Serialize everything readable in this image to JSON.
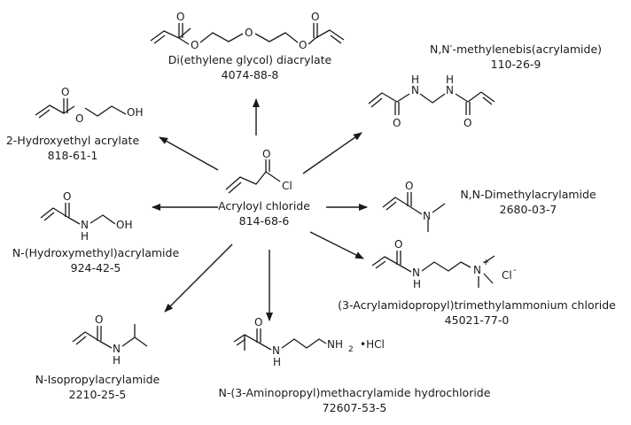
{
  "center": {
    "name": "Acryloyl chloride",
    "cas": "814-68-6"
  },
  "products": [
    {
      "key": "degda",
      "name": "Di(ethylene glycol) diacrylate",
      "cas": "4074-88-8"
    },
    {
      "key": "mba",
      "name": "N,N′-methylenebis(acrylamide)",
      "cas": "110-26-9"
    },
    {
      "key": "hea",
      "name": "2-Hydroxyethyl acrylate",
      "cas": "818-61-1"
    },
    {
      "key": "dma",
      "name": "N,N-Dimethylacrylamide",
      "cas": "2680-03-7"
    },
    {
      "key": "nma",
      "name": "N-(Hydroxymethyl)acrylamide",
      "cas": "924-42-5"
    },
    {
      "key": "aptac",
      "name": "(3-Acrylamidopropyl)trimethylammonium chloride",
      "cas": "45021-77-0"
    },
    {
      "key": "nipam",
      "name": "N-Isopropylacrylamide",
      "cas": "2210-25-5"
    },
    {
      "key": "apma",
      "name": "N-(3-Aminopropyl)methacrylamide hydrochloride",
      "cas": "72607-53-5"
    }
  ],
  "atoms": {
    "o": "O",
    "h": "H",
    "n": "N",
    "oh": "OH",
    "cl": "Cl",
    "nh": "N",
    "nh2": "NH",
    "two": "2",
    "hcl": "•HCl",
    "plus": "+",
    "cl_ion": "Cl",
    "minus": "-"
  }
}
